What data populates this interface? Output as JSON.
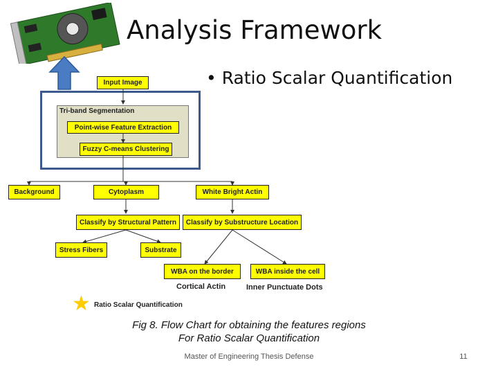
{
  "slide": {
    "title": "Analysis Framework",
    "bullet": "Ratio Scalar Quantification"
  },
  "flowchart": {
    "input_image": "Input Image",
    "triband_segmentation": "Tri-band Segmentation",
    "pointwise_feature_extraction": "Point-wise Feature Extraction",
    "fuzzy_cmeans_clustering": "Fuzzy C-means Clustering",
    "background": "Background",
    "cytoplasm": "Cytoplasm",
    "white_bright_actin": "White Bright Actin",
    "classify_structural_pattern": "Classify by Structural Pattern",
    "classify_substructure_location": "Classify by Substructure Location",
    "stress_fibers": "Stress Fibers",
    "substrate": "Substrate",
    "wba_border": "WBA on the border",
    "wba_inside": "WBA inside the cell",
    "cortical_actin": "Cortical Actin",
    "inner_punctuate_dots": "Inner Punctuate Dots",
    "legend_label": "Ratio Scalar Quantification"
  },
  "caption": {
    "line1": "Fig 8. Flow Chart for obtaining the features regions",
    "line2": "For Ratio Scalar Quantification"
  },
  "footer": {
    "text": "Master of Engineering Thesis Defense",
    "page_number": "11"
  },
  "colors": {
    "box_fill": "#ffff00",
    "frame_border": "#3c5a8c",
    "arrow_blue": "#4a7cc4",
    "star": "#ffcc00",
    "triband_fill": "#e1e0c7"
  },
  "icons": {
    "graphics_card": "graphics-card-image",
    "up_arrow": "up-arrow-icon",
    "star": "star-icon"
  }
}
